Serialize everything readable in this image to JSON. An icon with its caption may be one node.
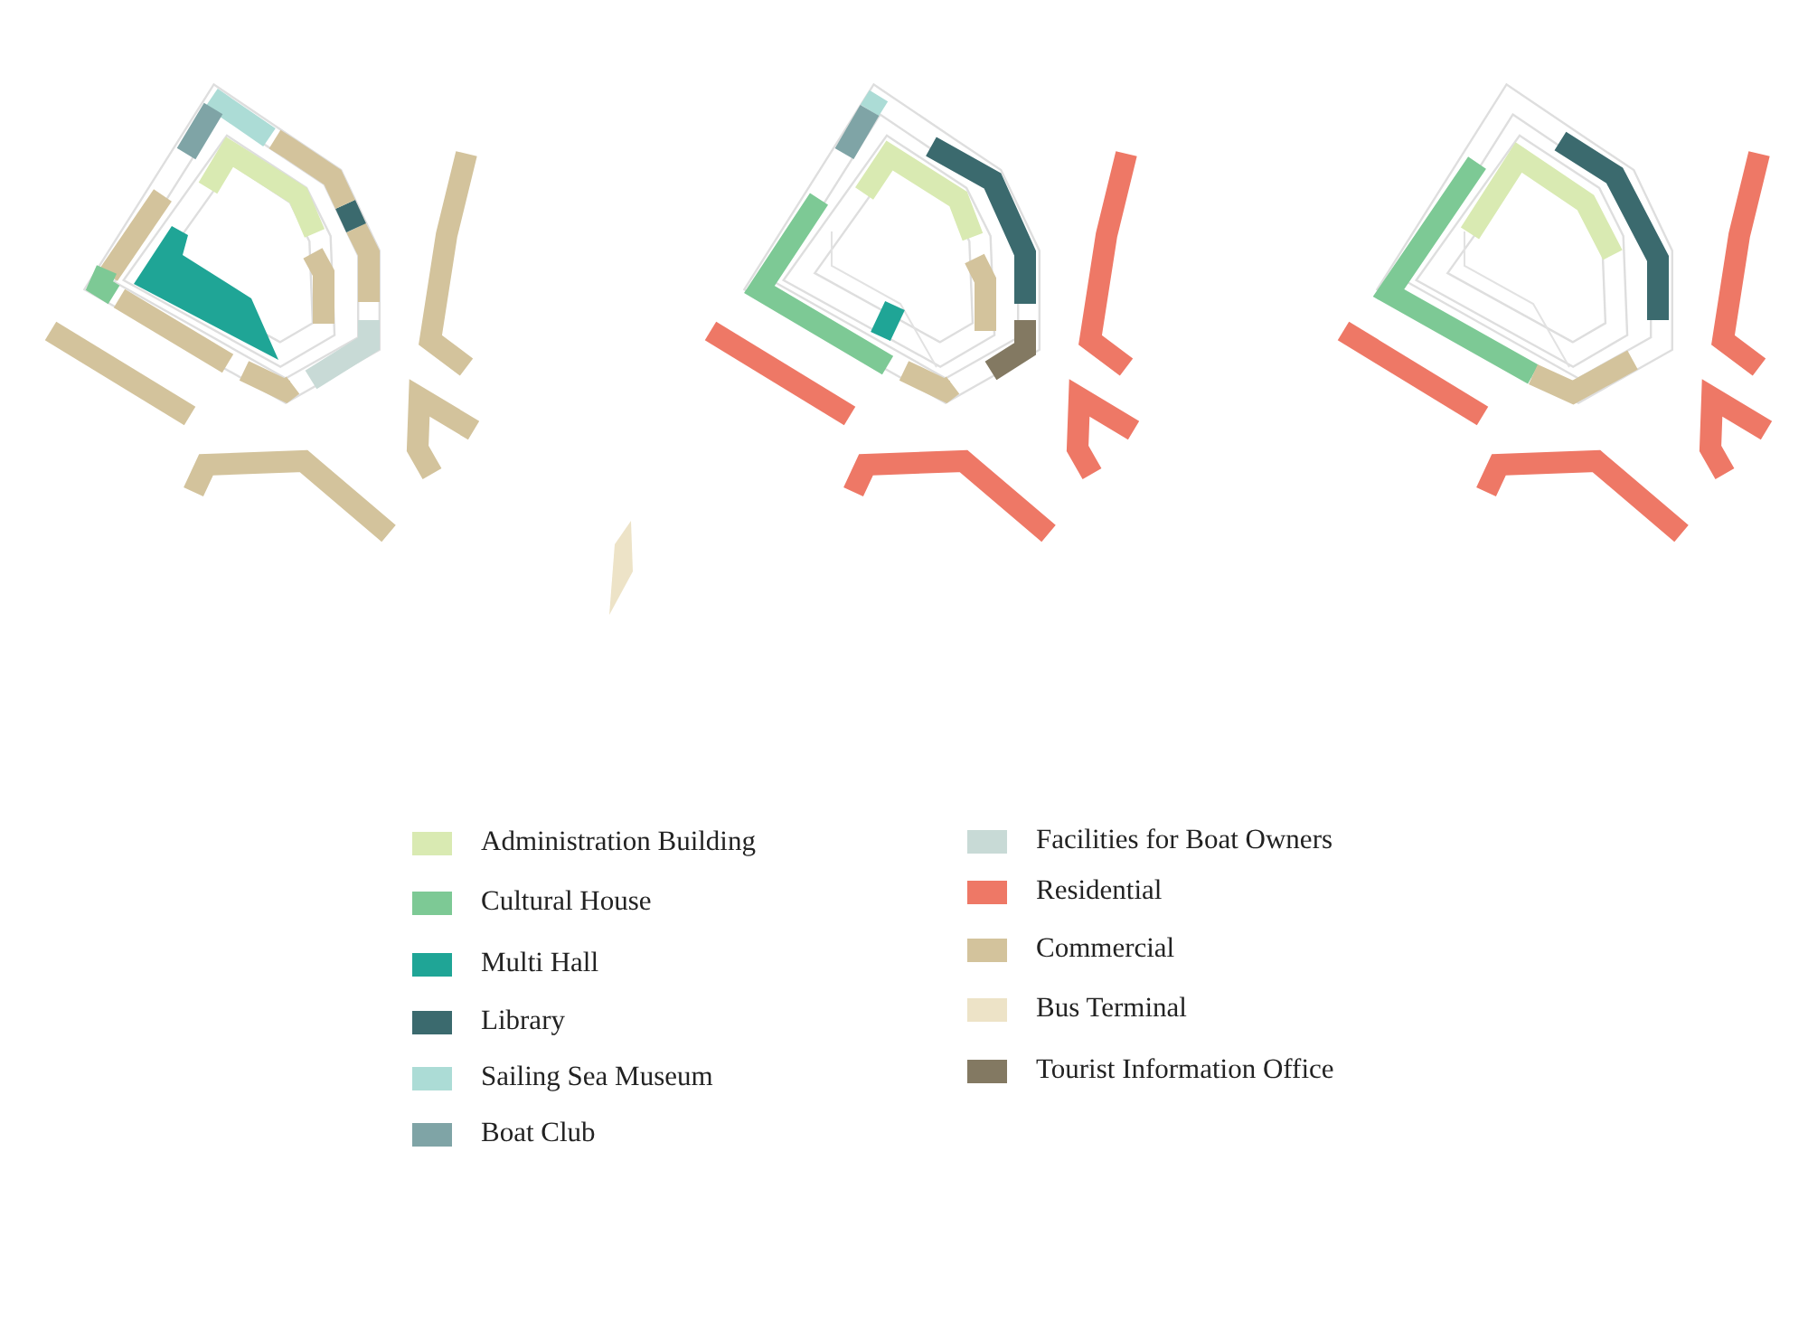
{
  "diagram": {
    "legend": [
      {
        "text": "Administration Building",
        "color": "#d9eab2"
      },
      {
        "text": "Cultural House",
        "color": "#7dc995"
      },
      {
        "text": "Multi Hall",
        "color": "#1fa596"
      },
      {
        "text": "Library",
        "color": "#3b6a6e"
      },
      {
        "text": "Sailing Sea Museum",
        "color": "#acdcd6"
      },
      {
        "text": "Boat Club",
        "color": "#7fa4a6"
      },
      {
        "text": "Facilities for Boat Owners",
        "color": "#c8dad6"
      },
      {
        "text": "Residential",
        "color": "#ee7866"
      },
      {
        "text": "Commercial",
        "color": "#d3c39c"
      },
      {
        "text": "Bus Terminal",
        "color": "#ede3c7"
      },
      {
        "text": "Tourist Information Office",
        "color": "#837962"
      }
    ]
  }
}
